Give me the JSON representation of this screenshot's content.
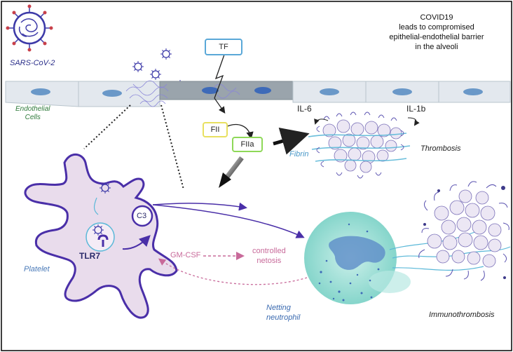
{
  "labels": {
    "virus": "SARS-CoV-2",
    "title_line1": "COVID19",
    "title_line2": "leads to compromised",
    "title_line3": "epithelial-endothelial barrier",
    "title_line4": "in the alveoli",
    "tf": "TF",
    "endothelial_1": "Endothelial",
    "endothelial_2": "Cells",
    "fii": "FII",
    "fiia": "FIIa",
    "fibrin": "Fibrin",
    "il6": "IL-6",
    "il1b": "IL-1b",
    "thrombosis": "Thrombosis",
    "c3": "C3",
    "tlr7": "TLR7",
    "gmcsf": "GM-CSF",
    "controlled_1": "controlled",
    "controlled_2": "netosis",
    "platelet": "Platelet",
    "netting_1": "Netting",
    "netting_2": "neutrophil",
    "immunothrombosis": "Immunothrombosis"
  },
  "colors": {
    "frame": "#000000",
    "platelet_fill": "#e9dcec",
    "platelet_stroke": "#4a2fa8",
    "virus": "#3d3aa8",
    "virus_spike": "#c8404a",
    "tf_border": "#5aa8d8",
    "fii_border": "#e8e060",
    "fiia_border": "#8ed858",
    "endothelium": "#dfe6ec",
    "nucleus": "#6a98c8",
    "neutrophil": "#a8e0d8",
    "pink": "#c86a9a",
    "dark_purple": "#4a2fa8"
  }
}
